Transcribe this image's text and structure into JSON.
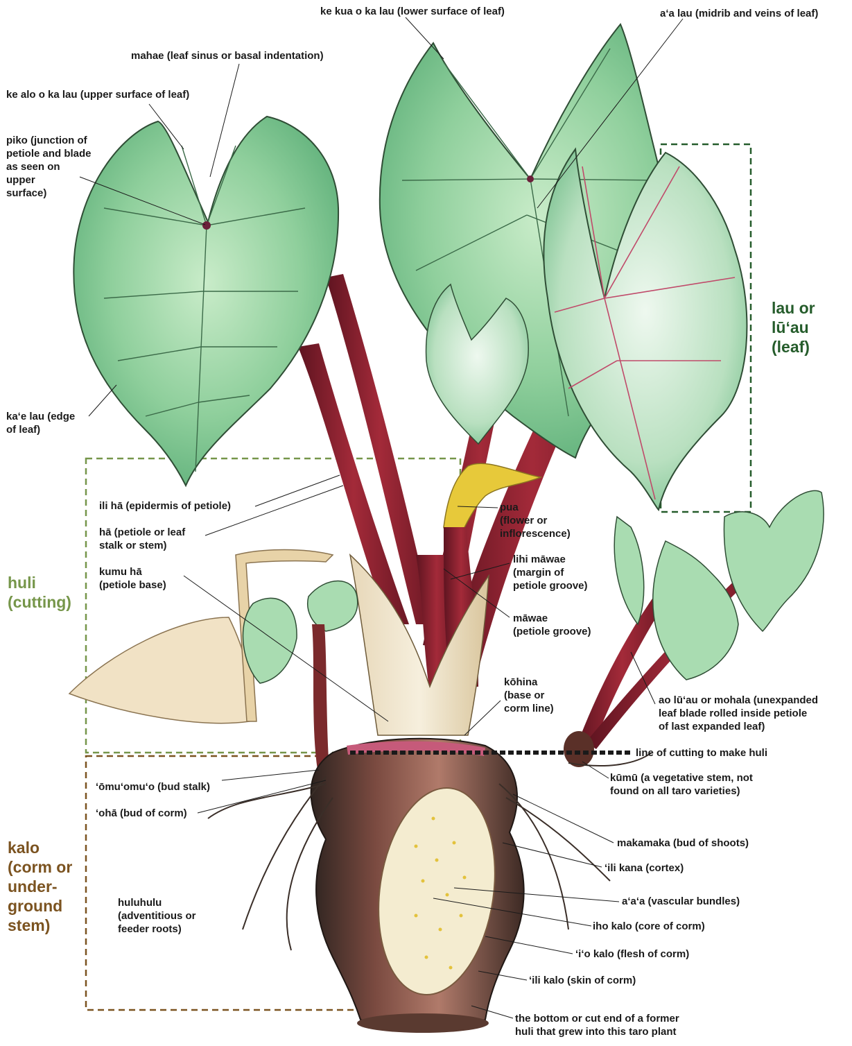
{
  "colors": {
    "leaf_section": "#255c2b",
    "huli_section": "#76964a",
    "kalo_section": "#7b5320",
    "leaf_green": "#8fcf9c",
    "leaf_dark": "#3f8f5a",
    "petiole_red": "#8e2330",
    "corm_brown": "#7a4a40",
    "flesh_cream": "#f4ecd0",
    "flower_yellow": "#e7c93a",
    "label_text": "#1a1a1a"
  },
  "sections": {
    "leaf": "lau or\nlūʻau\n(leaf)",
    "cutting": "huli\n(cutting)",
    "corm": "kalo\n(corm or\nunder-\nground\nstem)"
  },
  "labels": {
    "lower_surface": "ke kua o ka lau (lower surface of leaf)",
    "midrib": "aʻa lau (midrib and veins of leaf)",
    "sinus": "mahae (leaf sinus or basal indentation)",
    "upper_surface": "ke alo o ka lau (upper surface of leaf)",
    "piko": "piko (junction of\npetiole and blade\nas seen on\nupper\nsurface)",
    "edge": "kaʻe lau (edge\nof leaf)",
    "epidermis": "ili hā (epidermis of petiole)",
    "petiole": "hā (petiole or leaf\nstalk or stem)",
    "petiole_base": "kumu hā\n(petiole base)",
    "flower": "pua\n(flower or\ninflorescence)",
    "groove_margin": "lihi māwae\n(margin of\npetiole groove)",
    "groove": "māwae\n(petiole groove)",
    "kohina": "kōhina\n(base or\ncorm line)",
    "ao_luau": "ao lūʻau or mohala (unexpanded\nleaf blade rolled inside petiole\nof last expanded leaf)",
    "cut_line": "line of cutting to make huli",
    "bud_stalk": "ʻōmuʻomuʻo (bud stalk)",
    "kumu": "kūmū (a vegetative stem, not\nfound on all taro varieties)",
    "bud_corm": "ʻohā (bud of corm)",
    "makamaka": "makamaka (bud of shoots)",
    "cortex": "ʻili kana (cortex)",
    "vascular": "aʻaʻa (vascular bundles)",
    "feeder_roots": "huluhulu\n(adventitious or\nfeeder roots)",
    "core": "iho kalo (core of corm)",
    "flesh": "ʻiʻo kalo (flesh of corm)",
    "skin": "ʻili kalo (skin of corm)",
    "bottom": "the bottom or cut end of a former\nhuli that grew into this taro plant"
  }
}
